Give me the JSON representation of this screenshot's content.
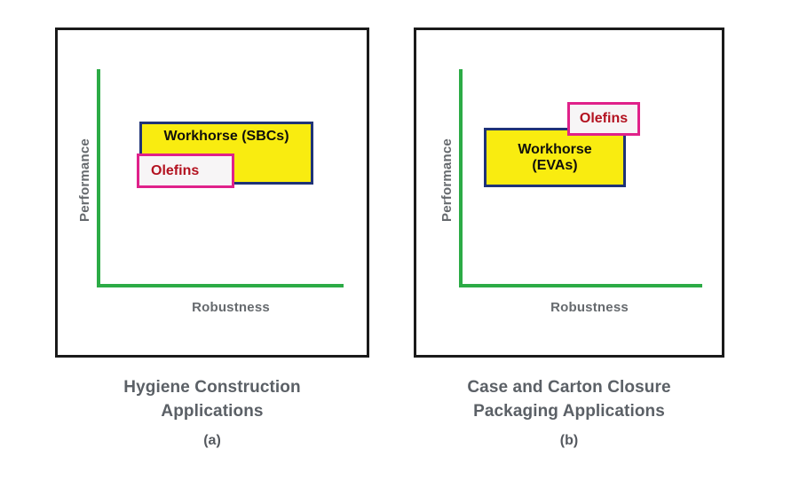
{
  "figure": {
    "colors": {
      "axis_green": "#2cab46",
      "workhorse_fill": "#f9ec10",
      "workhorse_border": "#1f3377",
      "olefins_fill": "#f7f5f6",
      "olefins_border": "#e0218a",
      "olefins_text": "#b31220",
      "label_gray": "#666a6e",
      "frame_black": "#1a1a1a"
    }
  },
  "chart_data": {
    "type": "diagram",
    "panels": [
      {
        "id": "a",
        "index_label": "(a)",
        "caption": "Hygiene Construction\nApplications",
        "xlabel": "Robustness",
        "ylabel": "Performance",
        "axes": {
          "x": "Robustness",
          "y": "Performance",
          "ticks": false,
          "grid": false
        },
        "boxes": [
          {
            "name": "workhorse",
            "label": "Workhorse (SBCs)",
            "fill": "#f9ec10",
            "border": "#1f3377",
            "text_color": "#100f0c",
            "relative_position": {
              "robustness": "mid",
              "performance": "upper-mid"
            },
            "robustness_range": [
              0.18,
              0.88
            ],
            "performance_range": [
              0.52,
              0.76
            ]
          },
          {
            "name": "olefins",
            "label": "Olefins",
            "fill": "#f7f5f6",
            "border": "#e0218a",
            "text_color": "#b31220",
            "relative_position": {
              "robustness": "low-mid",
              "performance": "mid"
            },
            "robustness_range": [
              0.16,
              0.56
            ],
            "performance_range": [
              0.4,
              0.58
            ]
          }
        ]
      },
      {
        "id": "b",
        "index_label": "(b)",
        "caption": "Case and Carton Closure\nPackaging Applications",
        "xlabel": "Robustness",
        "ylabel": "Performance",
        "axes": {
          "x": "Robustness",
          "y": "Performance",
          "ticks": false,
          "grid": false
        },
        "boxes": [
          {
            "name": "workhorse",
            "label": "Workhorse\n(EVAs)",
            "fill": "#f9ec10",
            "border": "#1f3377",
            "text_color": "#100f0c",
            "relative_position": {
              "robustness": "low-mid",
              "performance": "mid"
            },
            "robustness_range": [
              0.12,
              0.7
            ],
            "performance_range": [
              0.45,
              0.72
            ]
          },
          {
            "name": "olefins",
            "label": "Olefins",
            "fill": "#f7f5f6",
            "border": "#e0218a",
            "text_color": "#b31220",
            "relative_position": {
              "robustness": "mid-high",
              "performance": "high"
            },
            "robustness_range": [
              0.48,
              0.82
            ],
            "performance_range": [
              0.7,
              0.84
            ]
          }
        ]
      }
    ]
  }
}
